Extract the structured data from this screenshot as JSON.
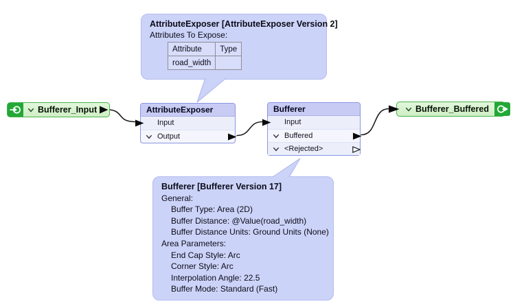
{
  "annotations": {
    "attribute_exposer": {
      "title": "AttributeExposer [AttributeExposer Version 2]",
      "subtitle": "Attributes To Expose:",
      "table": {
        "headers": [
          "Attribute",
          "Type"
        ],
        "rows": [
          [
            "road_width",
            ""
          ]
        ]
      }
    },
    "bufferer": {
      "title": "Bufferer [Bufferer Version 17]",
      "lines": [
        "General:",
        "Buffer Type: Area (2D)",
        "Buffer Distance: @Value(road_width)",
        "Buffer Distance Units: Ground Units (None)",
        "Area Parameters:",
        "End Cap Style: Arc",
        "Corner Style: Arc",
        "Interpolation Angle: 22.5",
        "Buffer Mode: Standard (Fast)"
      ]
    }
  },
  "nodes": {
    "input_connector": {
      "label": "Bufferer_Input"
    },
    "attribute_exposer": {
      "title": "AttributeExposer",
      "ports": [
        "Input",
        "Output"
      ]
    },
    "bufferer": {
      "title": "Bufferer",
      "ports": [
        "Input",
        "Buffered",
        "<Rejected>"
      ]
    },
    "output_connector": {
      "label": "Bufferer_Buffered"
    }
  },
  "colors": {
    "green_accent": "#23a837",
    "green_border": "#47b24b",
    "green_body": "#d9f3d0",
    "node_border": "#8a93e0",
    "node_header": "#c8ccf4",
    "tooltip_bg": "#ccd3f8",
    "wire": "#1b1b1b"
  }
}
